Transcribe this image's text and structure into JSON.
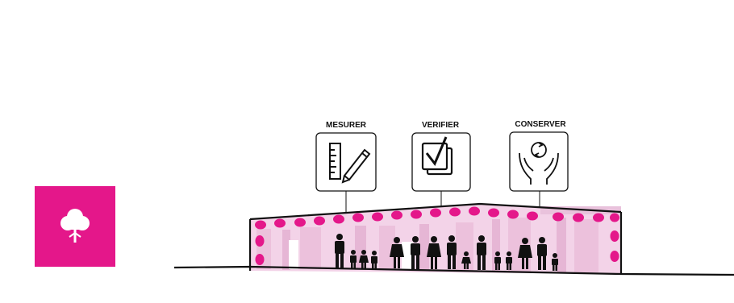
{
  "badge": {
    "icon": "tree-icon",
    "color": "#e4178a"
  },
  "actions": [
    {
      "label": "MESURER",
      "icon": "ruler-pencil-icon"
    },
    {
      "label": "VERIFIER",
      "icon": "checkbox-check-icon"
    },
    {
      "label": "CONSERVER",
      "icon": "hands-recycle-icon"
    }
  ],
  "colors": {
    "accent": "#e4178a",
    "interior_light": "#f3d3e8",
    "interior_mid": "#e7b3d4",
    "outline": "#111111"
  }
}
